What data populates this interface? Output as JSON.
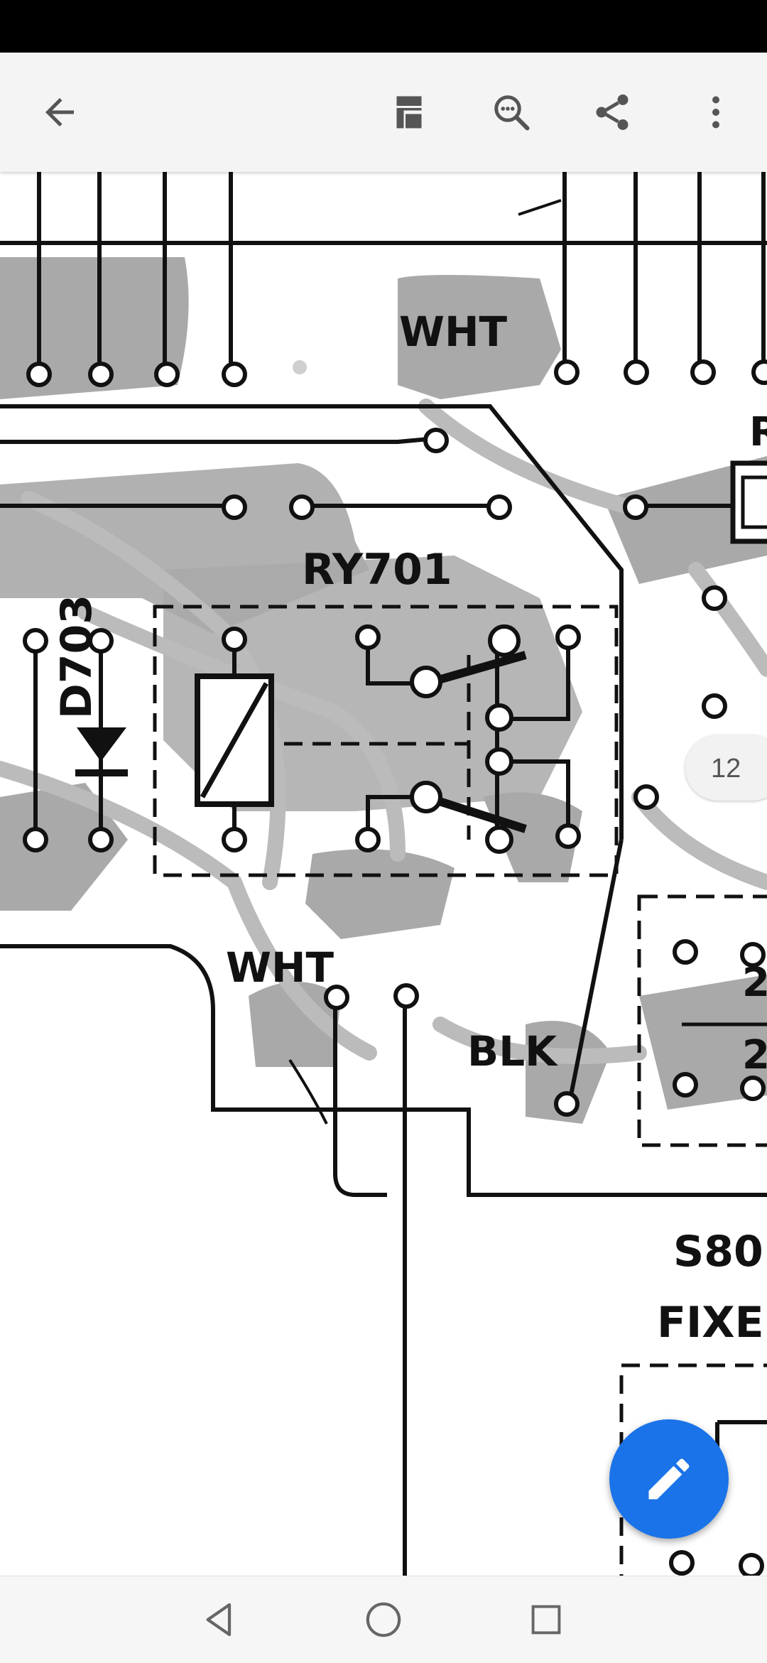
{
  "app": {
    "accent_color": "#1a73e8",
    "toolbar_icons": [
      "back-arrow-icon",
      "document-icon",
      "zoom-search-icon",
      "share-icon",
      "more-vert-icon"
    ]
  },
  "document": {
    "page_indicator": "12",
    "labels": {
      "wht_top": "WHT",
      "ry701": "RY701",
      "d703": "D703",
      "wht_bottom": "WHT",
      "blk": "BLK",
      "r_partial": "R",
      "s802_partial": "S80",
      "fixed_partial": "FIXED",
      "num_2a": "2",
      "num_2b": "2"
    }
  },
  "fab": {
    "icon": "edit-pencil-icon"
  },
  "navigation": {
    "icons": [
      "nav-back-icon",
      "nav-home-icon",
      "nav-recents-icon"
    ]
  }
}
